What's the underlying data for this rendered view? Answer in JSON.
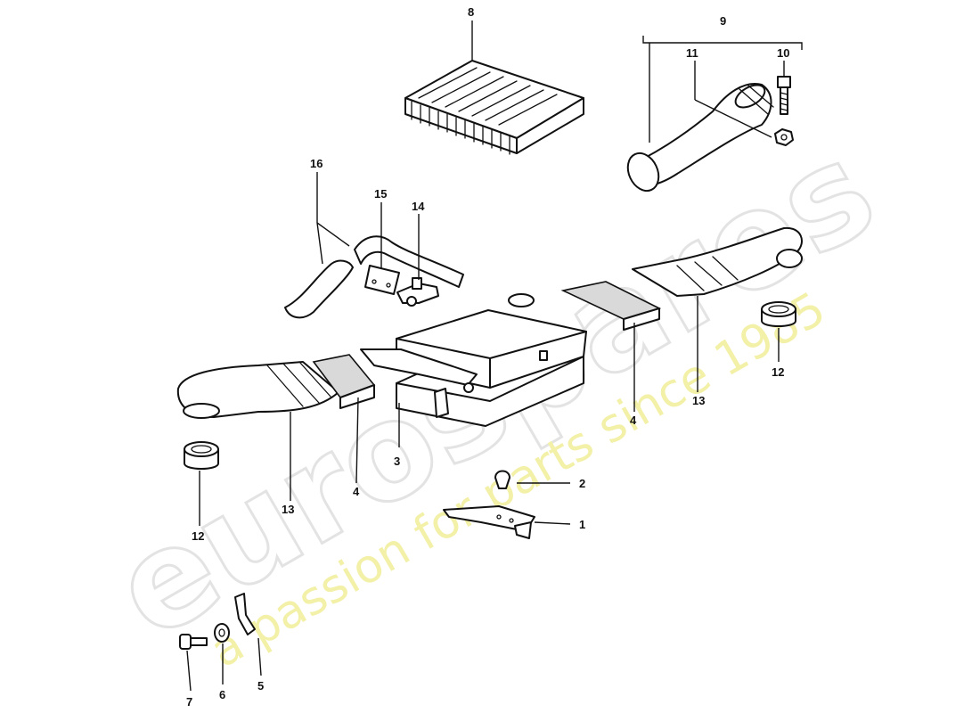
{
  "watermark": {
    "brand": "eurospares",
    "tagline": "a passion for parts since 1985",
    "brand_color": "#e3e3e3",
    "tagline_color": "#f3f0a8"
  },
  "callouts": [
    "1",
    "2",
    "3",
    "4",
    "4",
    "5",
    "6",
    "7",
    "8",
    "9",
    "10",
    "11",
    "12",
    "12",
    "13",
    "13",
    "14",
    "15",
    "16"
  ]
}
